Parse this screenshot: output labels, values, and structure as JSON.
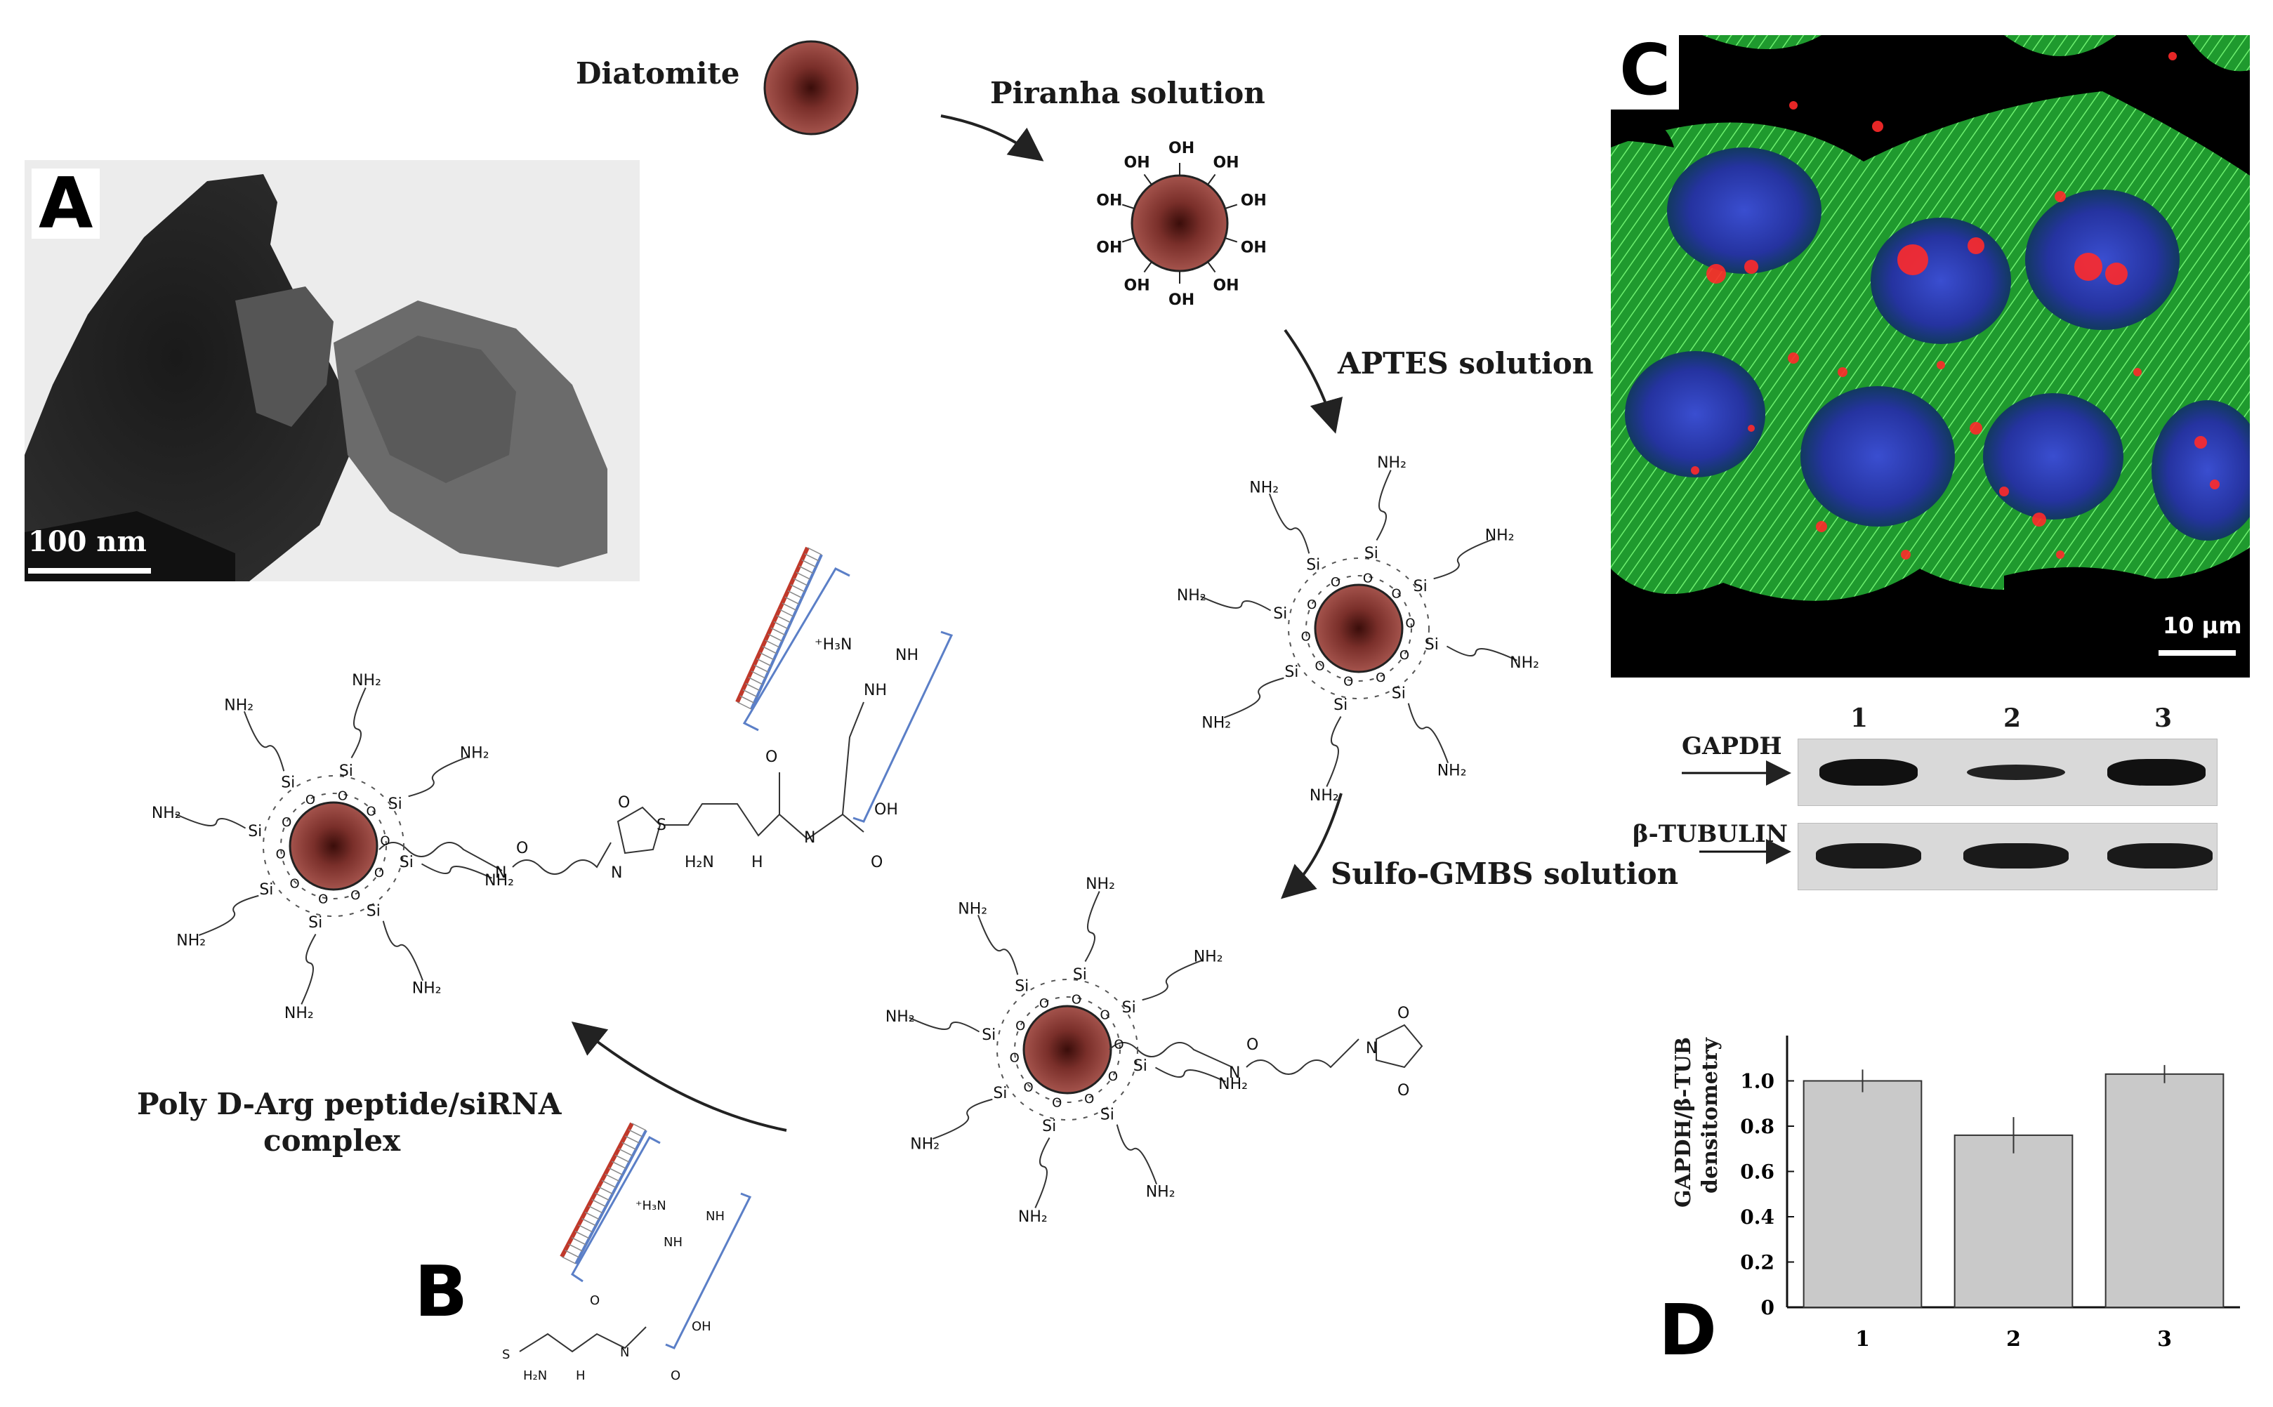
{
  "panels": {
    "a": "A",
    "b": "B",
    "c": "C",
    "d": "D"
  },
  "tem": {
    "scale_bar": "100 nm"
  },
  "scheme": {
    "diatomite": "Diatomite",
    "step1": "Piranha solution",
    "step2": "APTES solution",
    "step3": "Sulfo-GMBS solution",
    "step4_line1": "Poly D-Arg peptide/siRNA",
    "step4_line2": "complex",
    "oh": "OH",
    "nh2": "NH₂",
    "si": "Si",
    "o": "O"
  },
  "confocal": {
    "scale_bar": "10 μm"
  },
  "blot": {
    "lanes": [
      "1",
      "2",
      "3"
    ],
    "rows": [
      "GAPDH",
      "β-TUBULIN"
    ],
    "intensity": [
      [
        1.0,
        0.45,
        0.95
      ],
      [
        1.0,
        1.0,
        1.0
      ]
    ]
  },
  "colors": {
    "particle": "#8b3a36",
    "rna_red": "#c0392b",
    "peptide_blue": "#5b7fc7",
    "cell_green": "#2ecc40",
    "nucleus_blue": "#2233aa",
    "dots_red": "#ff2a2a"
  },
  "chart_data": {
    "type": "bar",
    "categories": [
      "1",
      "2",
      "3"
    ],
    "values": [
      1.0,
      0.76,
      1.03
    ],
    "errors": [
      0.05,
      0.08,
      0.04
    ],
    "ylabel_line1": "GAPDH/β-TUB",
    "ylabel_line2": "densitometry",
    "yticks": [
      "0",
      "0.2",
      "0.4",
      "0.6",
      "0.8",
      "1.0"
    ],
    "ylim": [
      0,
      1.2
    ]
  }
}
